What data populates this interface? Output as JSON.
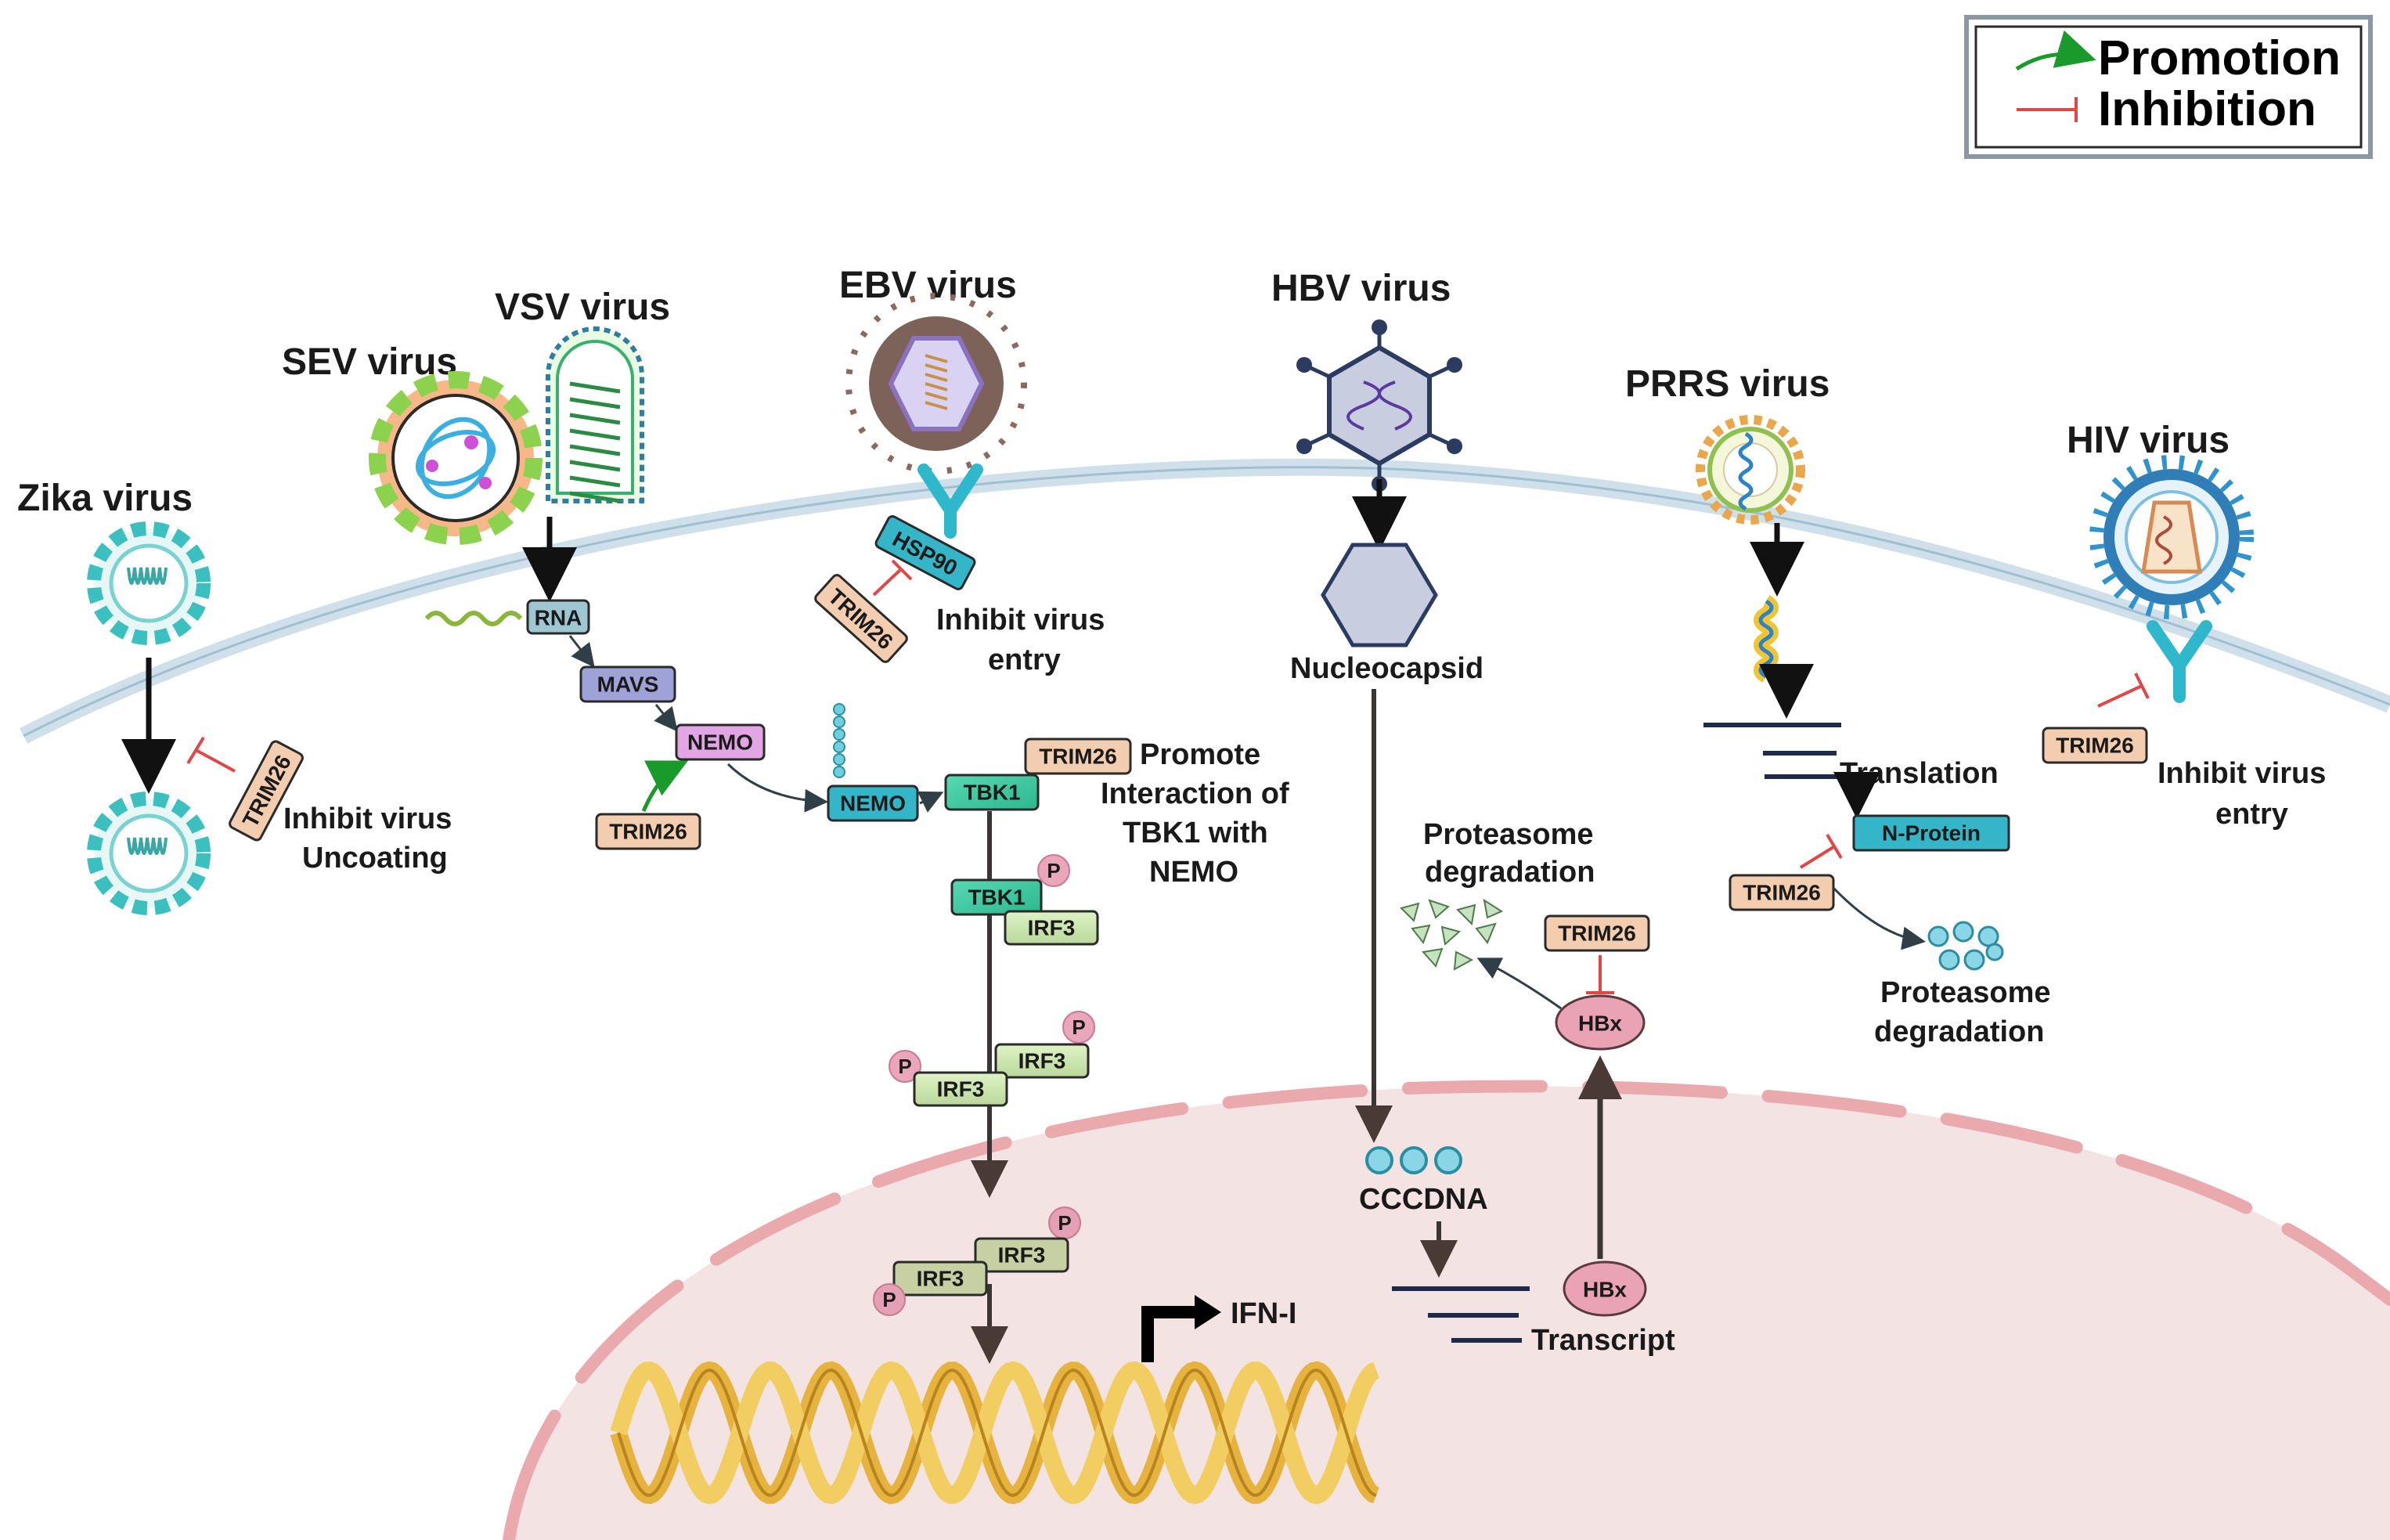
{
  "legend": {
    "promotion": "Promotion",
    "inhibition": "Inhibition"
  },
  "viruses": {
    "zika": "Zika virus",
    "sev": "SEV virus",
    "vsv": "VSV virus",
    "ebv": "EBV virus",
    "hbv": "HBV virus",
    "prrs": "PRRS virus",
    "hiv": "HIV virus"
  },
  "proteins": {
    "trim26": "TRIM26",
    "rna": "RNA",
    "mavs": "MAVS",
    "nemo": "NEMO",
    "tbk1": "TBK1",
    "irf3": "IRF3",
    "p": "P",
    "hsp90": "HSP90",
    "hbx": "HBx",
    "n_protein": "N-Protein"
  },
  "labels": {
    "zika_l1": "Inhibit virus",
    "zika_l2": "Uncoating",
    "ebv_l1": "Inhibit virus",
    "ebv_l2": "entry",
    "tbk_l1": "Promote",
    "tbk_l2": "Interaction of",
    "tbk_l3": "TBK1 with",
    "tbk_l4": "NEMO",
    "nucleocapsid": "Nucleocapsid",
    "proteasome_l1": "Proteasome",
    "proteasome_l2": "degradation",
    "cccdna": "CCCDNA",
    "transcript": "Transcript",
    "ifn": "IFN-I",
    "translation": "Translation",
    "hiv_l1": "Inhibit virus",
    "hiv_l2": "entry"
  },
  "colors": {
    "promotion": "#1a9a2a",
    "inhibition": "#e04848",
    "trim26": "#f3cdb0",
    "nucleus": "#f4e1e1",
    "membrane": "#bfd6e4"
  }
}
